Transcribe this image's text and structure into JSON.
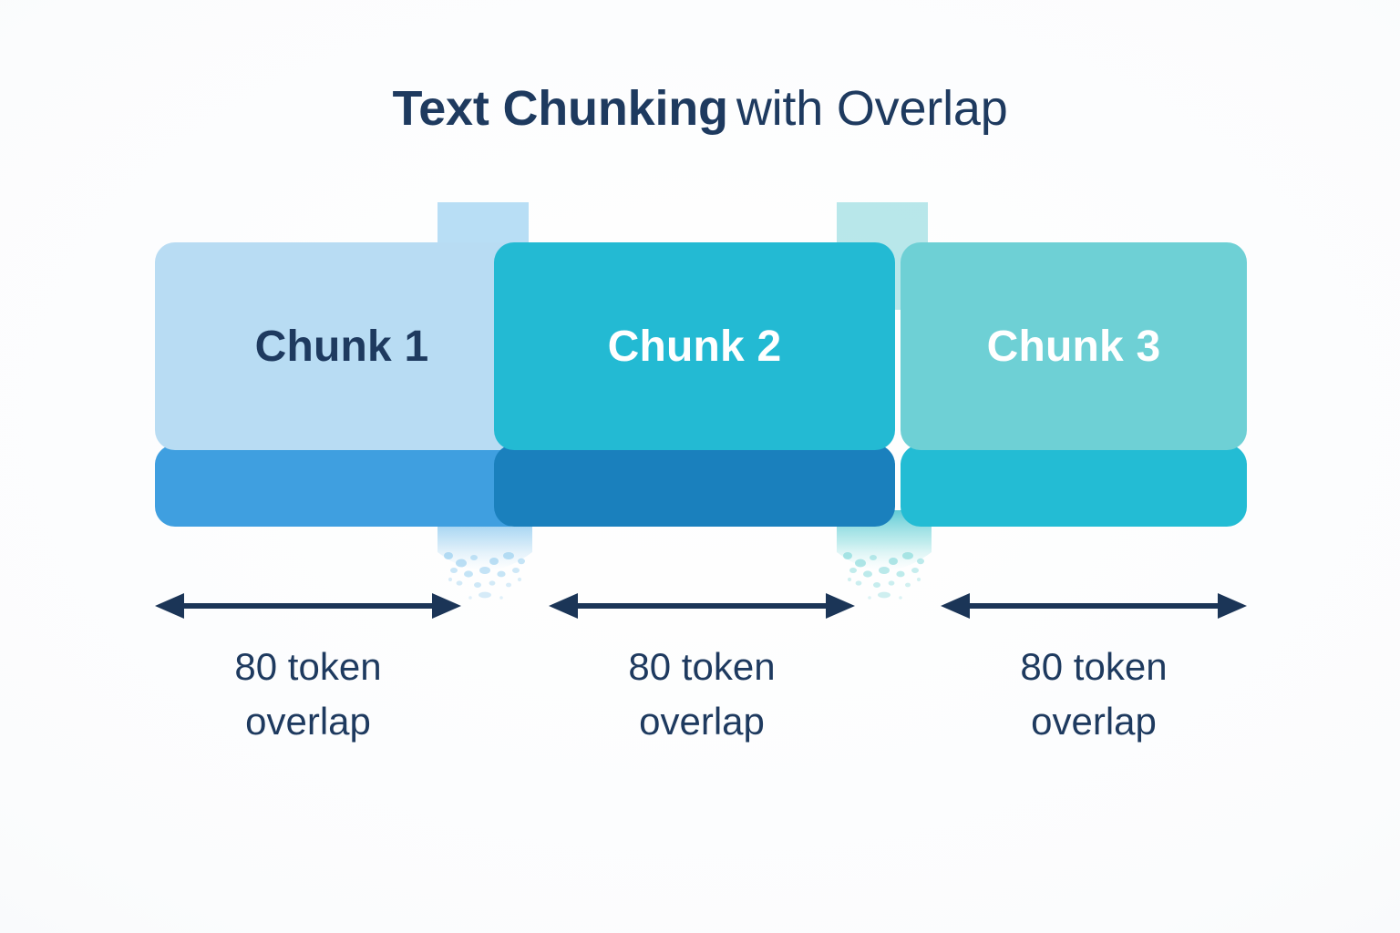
{
  "title": {
    "strong": "Text Chunking",
    "light": "with Overlap",
    "color": "#1e3a5f"
  },
  "palette": {
    "background": "#fdfdfd",
    "text_navy": "#1e3a5f",
    "arrow_navy": "#1b3557",
    "chunk1_top": "#b8dcf3",
    "chunk1_bottom": "#3f9fe0",
    "chunk2_top": "#23bad3",
    "chunk2_bottom": "#1a80bd",
    "chunk3_top": "#6ed0d5",
    "chunk3_bottom": "#23bcd4"
  },
  "chunks": [
    {
      "label": "Chunk 1",
      "top_color": "#b8dcf3",
      "bottom_color": "#3f9fe0",
      "label_color": "#1e3a5f"
    },
    {
      "label": "Chunk 2",
      "top_color": "#23bad3",
      "bottom_color": "#1a80bd",
      "label_color": "#ffffff"
    },
    {
      "label": "Chunk 3",
      "top_color": "#6ed0d5",
      "bottom_color": "#23bcd4",
      "label_color": "#ffffff"
    }
  ],
  "measures": [
    {
      "value": "80",
      "unit": "token",
      "word": "overlap",
      "caption": "80 token\noverlap"
    },
    {
      "value": "80",
      "unit": "token",
      "word": "overlap",
      "caption": "80 token\noverlap"
    },
    {
      "value": "80",
      "unit": "token",
      "word": "overlap",
      "caption": "80 token\noverlap"
    }
  ],
  "diagram_data": {
    "type": "diagram",
    "concept": "sliding-window text chunking with fixed token overlap",
    "chunk_count": 3,
    "overlap_tokens": 80,
    "overlap_label": "80 token overlap",
    "arrow_style": "double-headed",
    "arrow_count": 3
  }
}
